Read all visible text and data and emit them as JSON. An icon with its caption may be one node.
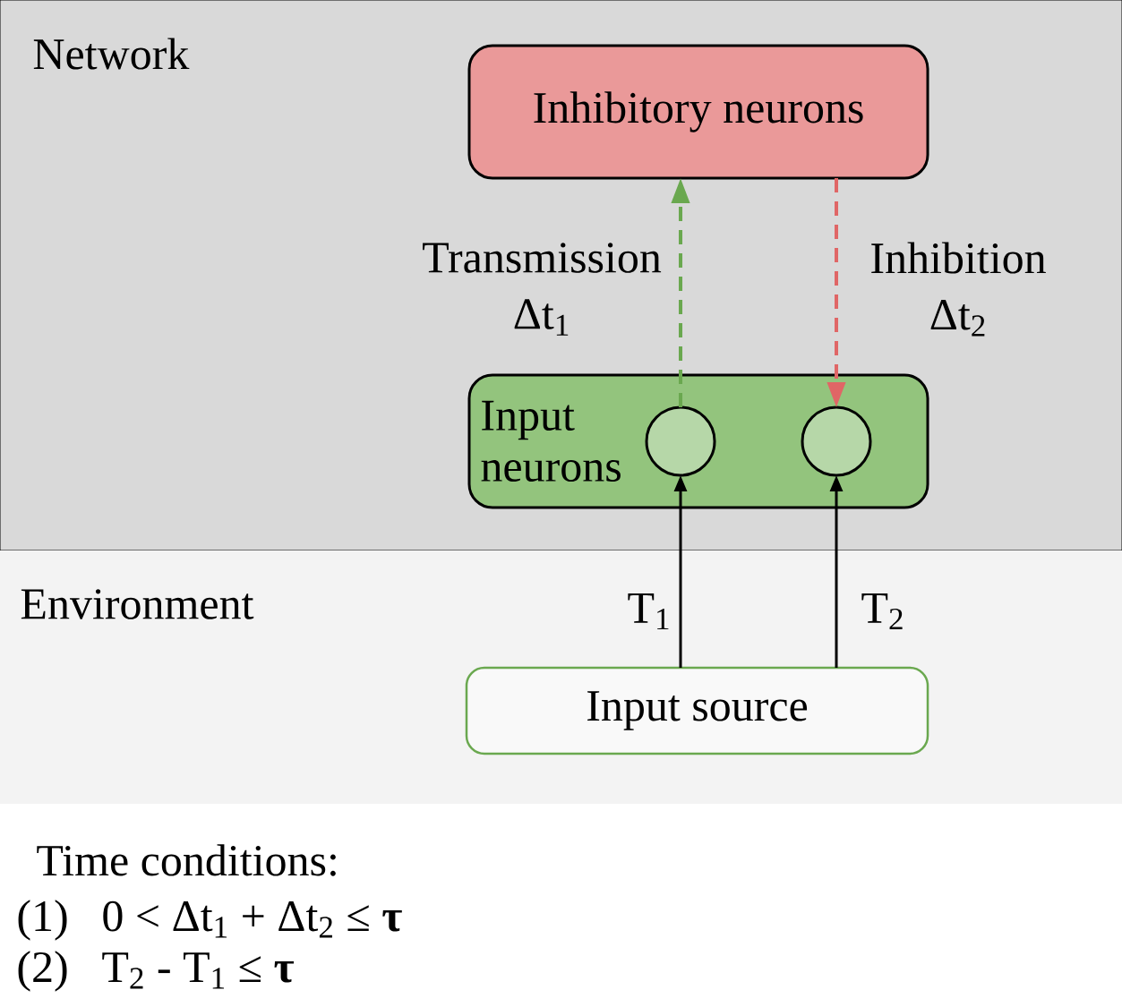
{
  "diagram": {
    "nodes": [
      {
        "text": [
          "Network"
        ]
      },
      {
        "text": [
          "Environment"
        ]
      },
      {
        "text": [
          "Inhibitory neurons"
        ],
        "in": 0
      },
      {
        "text": [
          "Input neurons"
        ],
        "in": 0
      },
      {
        "text": [],
        "shape": "circle",
        "in": 3
      },
      {
        "text": [],
        "shape": "circle",
        "in": 3
      },
      {
        "text": [
          "Input source"
        ],
        "in": 1
      }
    ],
    "edges": [
      {
        "from": 4,
        "to": 2,
        "arrow": "to",
        "label": "Transmission Δt$_{1}$",
        "style": "dashed",
        "color": "#6aa84f"
      },
      {
        "from": 2,
        "to": 5,
        "arrow": "to",
        "label": "Inhibition Δt$_{2}$",
        "style": "dashed",
        "color": "#e06666"
      },
      {
        "from": 6,
        "to": 4,
        "arrow": "to",
        "label": "T$_{1}$"
      },
      {
        "from": 6,
        "to": 5,
        "arrow": "to",
        "label": "T$_{2}$"
      }
    ],
    "labels": [
      "Time conditions:",
      "(1)",
      "0 < Δt$_{1}$ + Δt$_{2}$ ≤ **τ**",
      "(2)",
      "T$_{2}$ - T$_{1}$ ≤ **τ**"
    ]
  }
}
